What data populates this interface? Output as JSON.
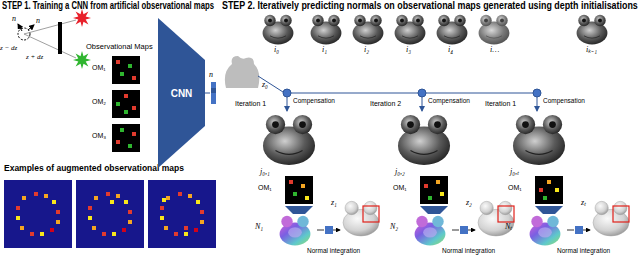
{
  "diagram": {
    "nodes": [
      {
        "text": [
          "CNN"
        ]
      }
    ],
    "labels": [
      "STEP 1. Training a CNN from artificial observational maps",
      "STEP 2. Iteratively predicting normals on observational maps generated using depth initialisations",
      "n",
      "n",
      "z − dz",
      "z + dz",
      "Observational Maps",
      "OM₁",
      "OM₂",
      "OM₃",
      "n",
      "Examples of augmented observational maps",
      "z₀",
      "i₀",
      "i₁",
      "i₂",
      "i₃",
      "i₄",
      "i…",
      "iₖ₋₁",
      "Compensation",
      "Compensation",
      "Compensation",
      "Iteration 1",
      "Iteration 2",
      "Iteration 1",
      "j₀,₁",
      "j₀,₂",
      "j₀,ₜ",
      "OM₁",
      "OM₁",
      "OM₁",
      "N₁",
      "N₂",
      "Nₜ",
      "Normal integration",
      "Normal integration",
      "Normal integration",
      "z₁",
      "z₂",
      "zₜ"
    ]
  }
}
